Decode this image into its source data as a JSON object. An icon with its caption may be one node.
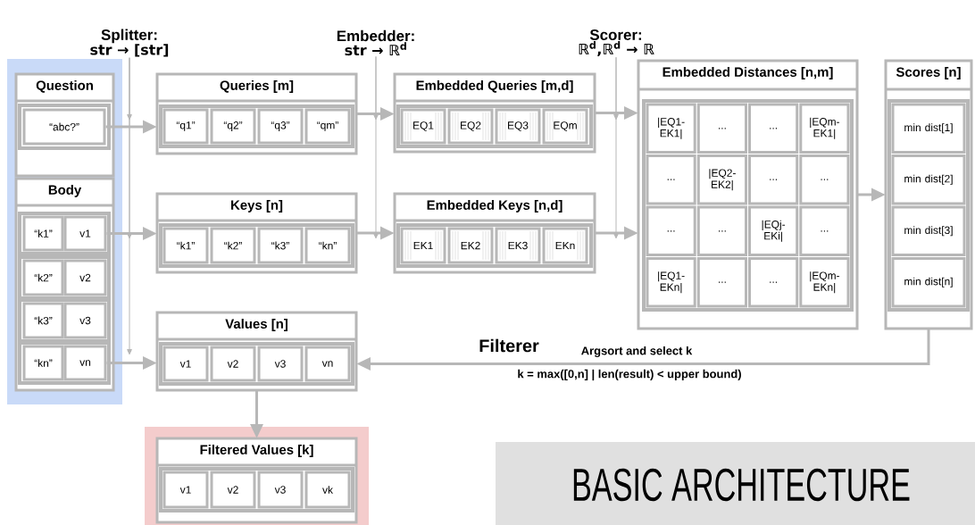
{
  "diagram": {
    "title": "BASIC ARCHITECTURE",
    "nodes": [
      {
        "text": [
          "Question"
        ]
      },
      {
        "text": [
          "“abc?”"
        ],
        "in": 0
      },
      {
        "text": [
          "Body"
        ]
      },
      {
        "text": [
          "“k1”"
        ],
        "in": 2
      },
      {
        "text": [
          "v1"
        ],
        "in": 2
      },
      {
        "text": [
          "“k2”"
        ],
        "in": 2
      },
      {
        "text": [
          "v2"
        ],
        "in": 2
      },
      {
        "text": [
          "“k3”"
        ],
        "in": 2
      },
      {
        "text": [
          "v3"
        ],
        "in": 2
      },
      {
        "text": [
          "“kn”"
        ],
        "in": 2
      },
      {
        "text": [
          "vn"
        ],
        "in": 2
      },
      {
        "text": [
          "Queries [m]"
        ]
      },
      {
        "text": [
          "“q1”"
        ],
        "in": 11
      },
      {
        "text": [
          "“q2”"
        ],
        "in": 11
      },
      {
        "text": [
          "“q3”"
        ],
        "in": 11
      },
      {
        "text": [
          "“qm”"
        ],
        "in": 11
      },
      {
        "text": [
          "Keys [n]"
        ]
      },
      {
        "text": [
          "“k1”"
        ],
        "in": 16
      },
      {
        "text": [
          "“k2”"
        ],
        "in": 16
      },
      {
        "text": [
          "“k3”"
        ],
        "in": 16
      },
      {
        "text": [
          "“kn”"
        ],
        "in": 16
      },
      {
        "text": [
          "Values [n]"
        ]
      },
      {
        "text": [
          "v1"
        ],
        "in": 21
      },
      {
        "text": [
          "v2"
        ],
        "in": 21
      },
      {
        "text": [
          "v3"
        ],
        "in": 21
      },
      {
        "text": [
          "vn"
        ],
        "in": 21
      },
      {
        "text": [
          "Embedded Queries [m,d]"
        ]
      },
      {
        "text": [
          "EQ1"
        ],
        "in": 26
      },
      {
        "text": [
          "EQ2"
        ],
        "in": 26
      },
      {
        "text": [
          "EQ3"
        ],
        "in": 26
      },
      {
        "text": [
          "EQm"
        ],
        "in": 26
      },
      {
        "text": [
          "Embedded Keys [n,d]"
        ]
      },
      {
        "text": [
          "EK1"
        ],
        "in": 31
      },
      {
        "text": [
          "EK2"
        ],
        "in": 31
      },
      {
        "text": [
          "EK3"
        ],
        "in": 31
      },
      {
        "text": [
          "EKn"
        ],
        "in": 31
      },
      {
        "text": [
          "Embedded Distances [n,m]"
        ]
      },
      {
        "text": [
          "|EQ1- EK1|"
        ],
        "in": 36
      },
      {
        "text": [
          "..."
        ],
        "in": 36
      },
      {
        "text": [
          "..."
        ],
        "in": 36
      },
      {
        "text": [
          "|EQm- EK1|"
        ],
        "in": 36
      },
      {
        "text": [
          "..."
        ],
        "in": 36
      },
      {
        "text": [
          "|EQ2- EK2|"
        ],
        "in": 36
      },
      {
        "text": [
          "..."
        ],
        "in": 36
      },
      {
        "text": [
          "..."
        ],
        "in": 36
      },
      {
        "text": [
          "..."
        ],
        "in": 36
      },
      {
        "text": [
          "..."
        ],
        "in": 36
      },
      {
        "text": [
          "|EQj- EKi|"
        ],
        "in": 36
      },
      {
        "text": [
          "..."
        ],
        "in": 36
      },
      {
        "text": [
          "|EQ1- EKn|"
        ],
        "in": 36
      },
      {
        "text": [
          "..."
        ],
        "in": 36
      },
      {
        "text": [
          "..."
        ],
        "in": 36
      },
      {
        "text": [
          "|EQm- EKn|"
        ],
        "in": 36
      },
      {
        "text": [
          "Scores [n]"
        ]
      },
      {
        "text": [
          "min dist[1]"
        ],
        "in": 53
      },
      {
        "text": [
          "min dist[2]"
        ],
        "in": 53
      },
      {
        "text": [
          "min dist[3]"
        ],
        "in": 53
      },
      {
        "text": [
          "min dist[n]"
        ],
        "in": 53
      },
      {
        "text": [
          "Filtered Values [k]"
        ]
      },
      {
        "text": [
          "v1"
        ],
        "in": 58
      },
      {
        "text": [
          "v2"
        ],
        "in": 58
      },
      {
        "text": [
          "v3"
        ],
        "in": 58
      },
      {
        "text": [
          "vk"
        ],
        "in": 58
      },
      {
        "text": [
          "Splitter:",
          "str → [str]"
        ]
      },
      {
        "text": [
          "Embedder:",
          "str → ℝ$^{d}$"
        ]
      },
      {
        "text": [
          "Scorer:",
          "ℝ$^{d}$,ℝ$^{d}$ → ℝ"
        ]
      }
    ],
    "edges": [
      {
        "from": 1,
        "to": 11,
        "arrow": "to"
      },
      {
        "from": 4,
        "to": 16,
        "arrow": "to"
      },
      {
        "from": 10,
        "to": 21,
        "arrow": "to"
      },
      {
        "from": 11,
        "to": 26,
        "arrow": "to"
      },
      {
        "from": 16,
        "to": 31,
        "arrow": "to"
      },
      {
        "from": 26,
        "to": 36,
        "arrow": "to"
      },
      {
        "from": 31,
        "to": 36,
        "arrow": "to"
      },
      {
        "from": 36,
        "to": 53,
        "arrow": "to"
      },
      {
        "from": 53,
        "to": 21,
        "arrow": "to",
        "label": "Argsort and select k"
      },
      {
        "from": 21,
        "to": 58,
        "arrow": "to"
      },
      {
        "from": 63,
        "to": null,
        "arrow": "to"
      },
      {
        "from": 63,
        "to": null,
        "arrow": "to"
      },
      {
        "from": 63,
        "to": null,
        "arrow": "to"
      },
      {
        "from": 64,
        "to": null,
        "arrow": "to"
      },
      {
        "from": 64,
        "to": null,
        "arrow": "to"
      },
      {
        "from": 65,
        "to": null,
        "arrow": "to"
      },
      {
        "from": 65,
        "to": null,
        "arrow": "to"
      }
    ],
    "labels": [
      "Filterer",
      "k = max([0,n] | len(result) < upper bound)"
    ]
  }
}
